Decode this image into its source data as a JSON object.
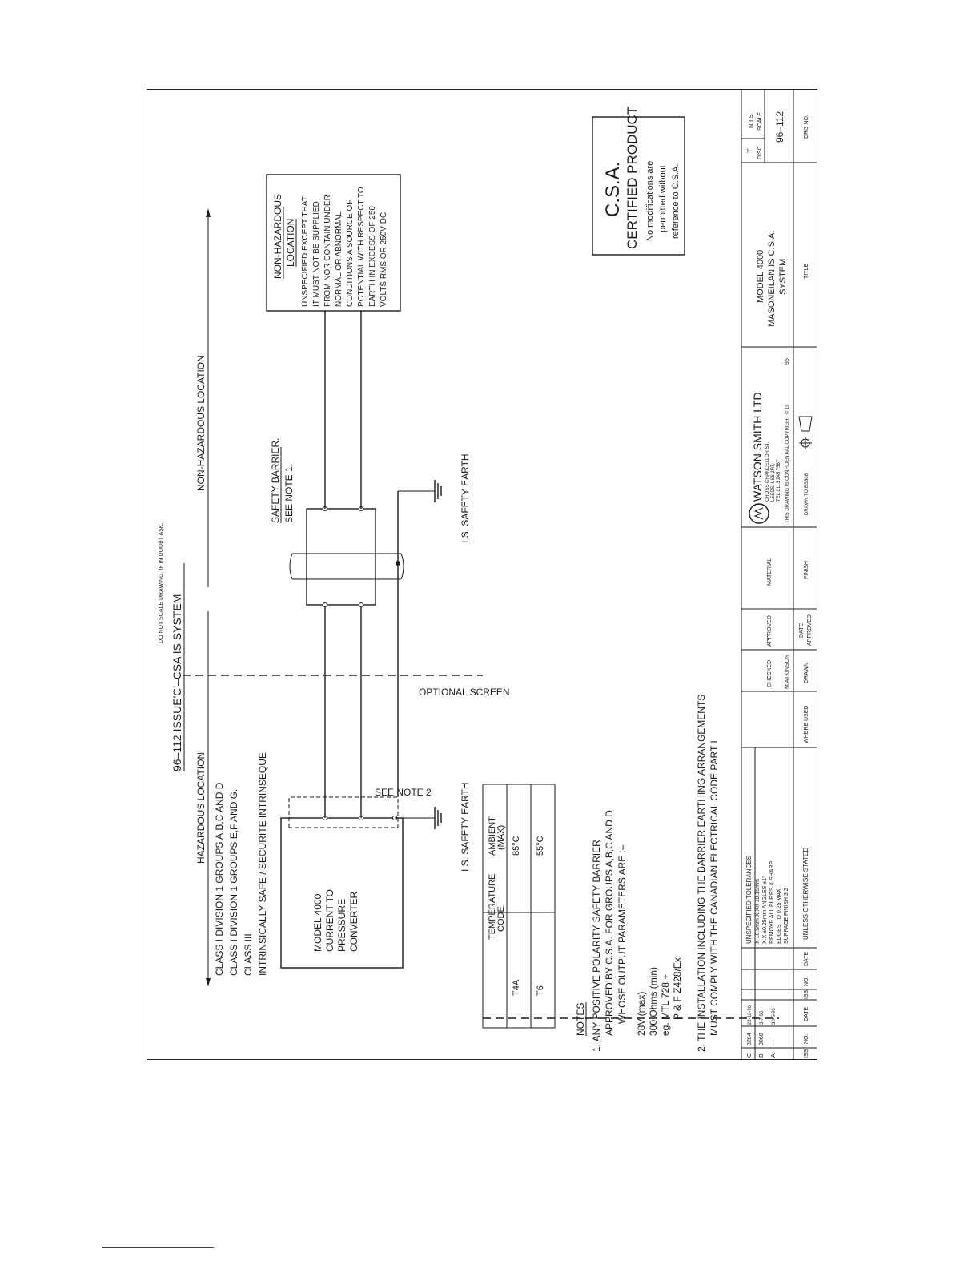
{
  "header": {
    "scale_note": "DO NOT SCALE DRAWING. IF IN DOUBT ASK.",
    "title": "96–112 ISSUE'C'–CSA IS SYSTEM"
  },
  "zones": {
    "hazardous": "HAZARDOUS LOCATION",
    "non_hazardous": "NON-HAZARDOUS LOCATION"
  },
  "classes": [
    "CLASS I DIVISION 1 GROUPS A,B,C AND D",
    "CLASS I DIVISION 1 GROUPS E,F AND G.",
    "CLASS III",
    "INTRINSICALLY SAFE / SECURITE INTRINSEQUE"
  ],
  "device": [
    "MODEL 4000",
    "CURRENT TO",
    "PRESSURE",
    "CONVERTER"
  ],
  "labels": {
    "see_note_2": "SEE NOTE 2",
    "optional_screen": "OPTIONAL SCREEN",
    "is_safety_earth": "I.S. SAFETY EARTH",
    "barrier_1": "SAFETY BARRIER.",
    "barrier_2": "SEE NOTE 1."
  },
  "non_hazardous_box": {
    "heading_1": "NON-HAZARDOUS",
    "heading_2": "LOCATION",
    "lines": [
      "UNSPECIFIED EXCEPT THAT",
      "IT MUST NOT BE SUPPLIED",
      "FROM NOR CONTAIN UNDER",
      "NORMAL OR ABNORMAL",
      "CONDITIONS A SOURCE OF",
      "POTENTIAL WITH RESPECT TO",
      "EARTH IN EXCESS OF 250",
      "VOLTS RMS OR 250V DC"
    ]
  },
  "csa_box": {
    "title": "C.S.A.",
    "subtitle": "CERTIFIED PRODUCT",
    "lines": [
      "No modifications are",
      "permitted without",
      "reference to C.S.A."
    ]
  },
  "temperature_table": {
    "headers": [
      [
        "TEMPERATURE",
        "CODE"
      ],
      [
        "AMBIENT",
        "(MAX)"
      ]
    ],
    "rows": [
      [
        "T4A",
        "85°C"
      ],
      [
        "T6",
        "55°C"
      ]
    ]
  },
  "notes": {
    "heading": "NOTES",
    "note1": [
      "1.  ANY POSITIVE POLARITY SAFETY BARRIER",
      "APPROVED BY C.S.A. FOR GROUPS A,B,C AND D",
      "WHOSE OUTPUT PARAMETERS ARE :–"
    ],
    "params": [
      "28V (max)",
      "300 Ohms (min)",
      "eg. MTL 728 +",
      "P & F Z428/Ex"
    ],
    "note2": [
      "2.  THE INSTALLATION INCLUDING THE BARRIER EARTHING ARRANGEMENTS",
      "MUST COMPLY WITH THE CANADIAN ELECTRICAL CODE PART I"
    ]
  },
  "title_block": {
    "issue_rows": [
      {
        "iss": "C",
        "no": "3284",
        "date": "22-10-96"
      },
      {
        "iss": "B",
        "no": "3068",
        "date": "3-7-96"
      },
      {
        "iss": "A",
        "no": "---",
        "date": "30-5-96"
      }
    ],
    "col_iss": "ISS",
    "col_no": "NO.",
    "col_date": "DATE",
    "tolerances": [
      "UNSPECIFIED TOLERANCES",
      "X ±0.5mm X.XX ±0.15mm",
      "X.X ±0.25mm ANGLES ±1°",
      "REMOVE ALL BURRS & SHARP",
      "EDGES TO 0.25 MAX",
      "SURFACE FINISH 3.2"
    ],
    "unless": "UNLESS OTHERWISE STATED",
    "where_used": "WHERE USED",
    "checked": "CHECKED",
    "approved": "APPROVED",
    "drawn_by": "M.ATKINSON",
    "drawn": "DRAWN",
    "date_approved_1": "DATE",
    "date_approved_2": "APPROVED",
    "material": "MATERIAL",
    "finish": "FINISH",
    "company": "WATSON SMITH LTD",
    "address_1": "CROSS CHANCELLOR ST,",
    "address_2": "LEEDS. LS6 2RT,",
    "address_3": "TEL:0113 245 7587",
    "confidential": "THIS DRAWING IS CONFIDENTIAL COPYRIGHT © 19",
    "copyright_year": "96",
    "drawn_to": "DRAWN TO BS308",
    "title_lines": [
      "MODEL 4000",
      "MASONEILAN IS C.S.A.",
      "SYSTEM"
    ],
    "title_label": "TITLE",
    "disc_value": "T",
    "disc_label": "DISC",
    "scale_value": "N.T.S.",
    "scale_label": "SCALE",
    "drg_no": "96–112",
    "drg_label": "DRG NO."
  }
}
